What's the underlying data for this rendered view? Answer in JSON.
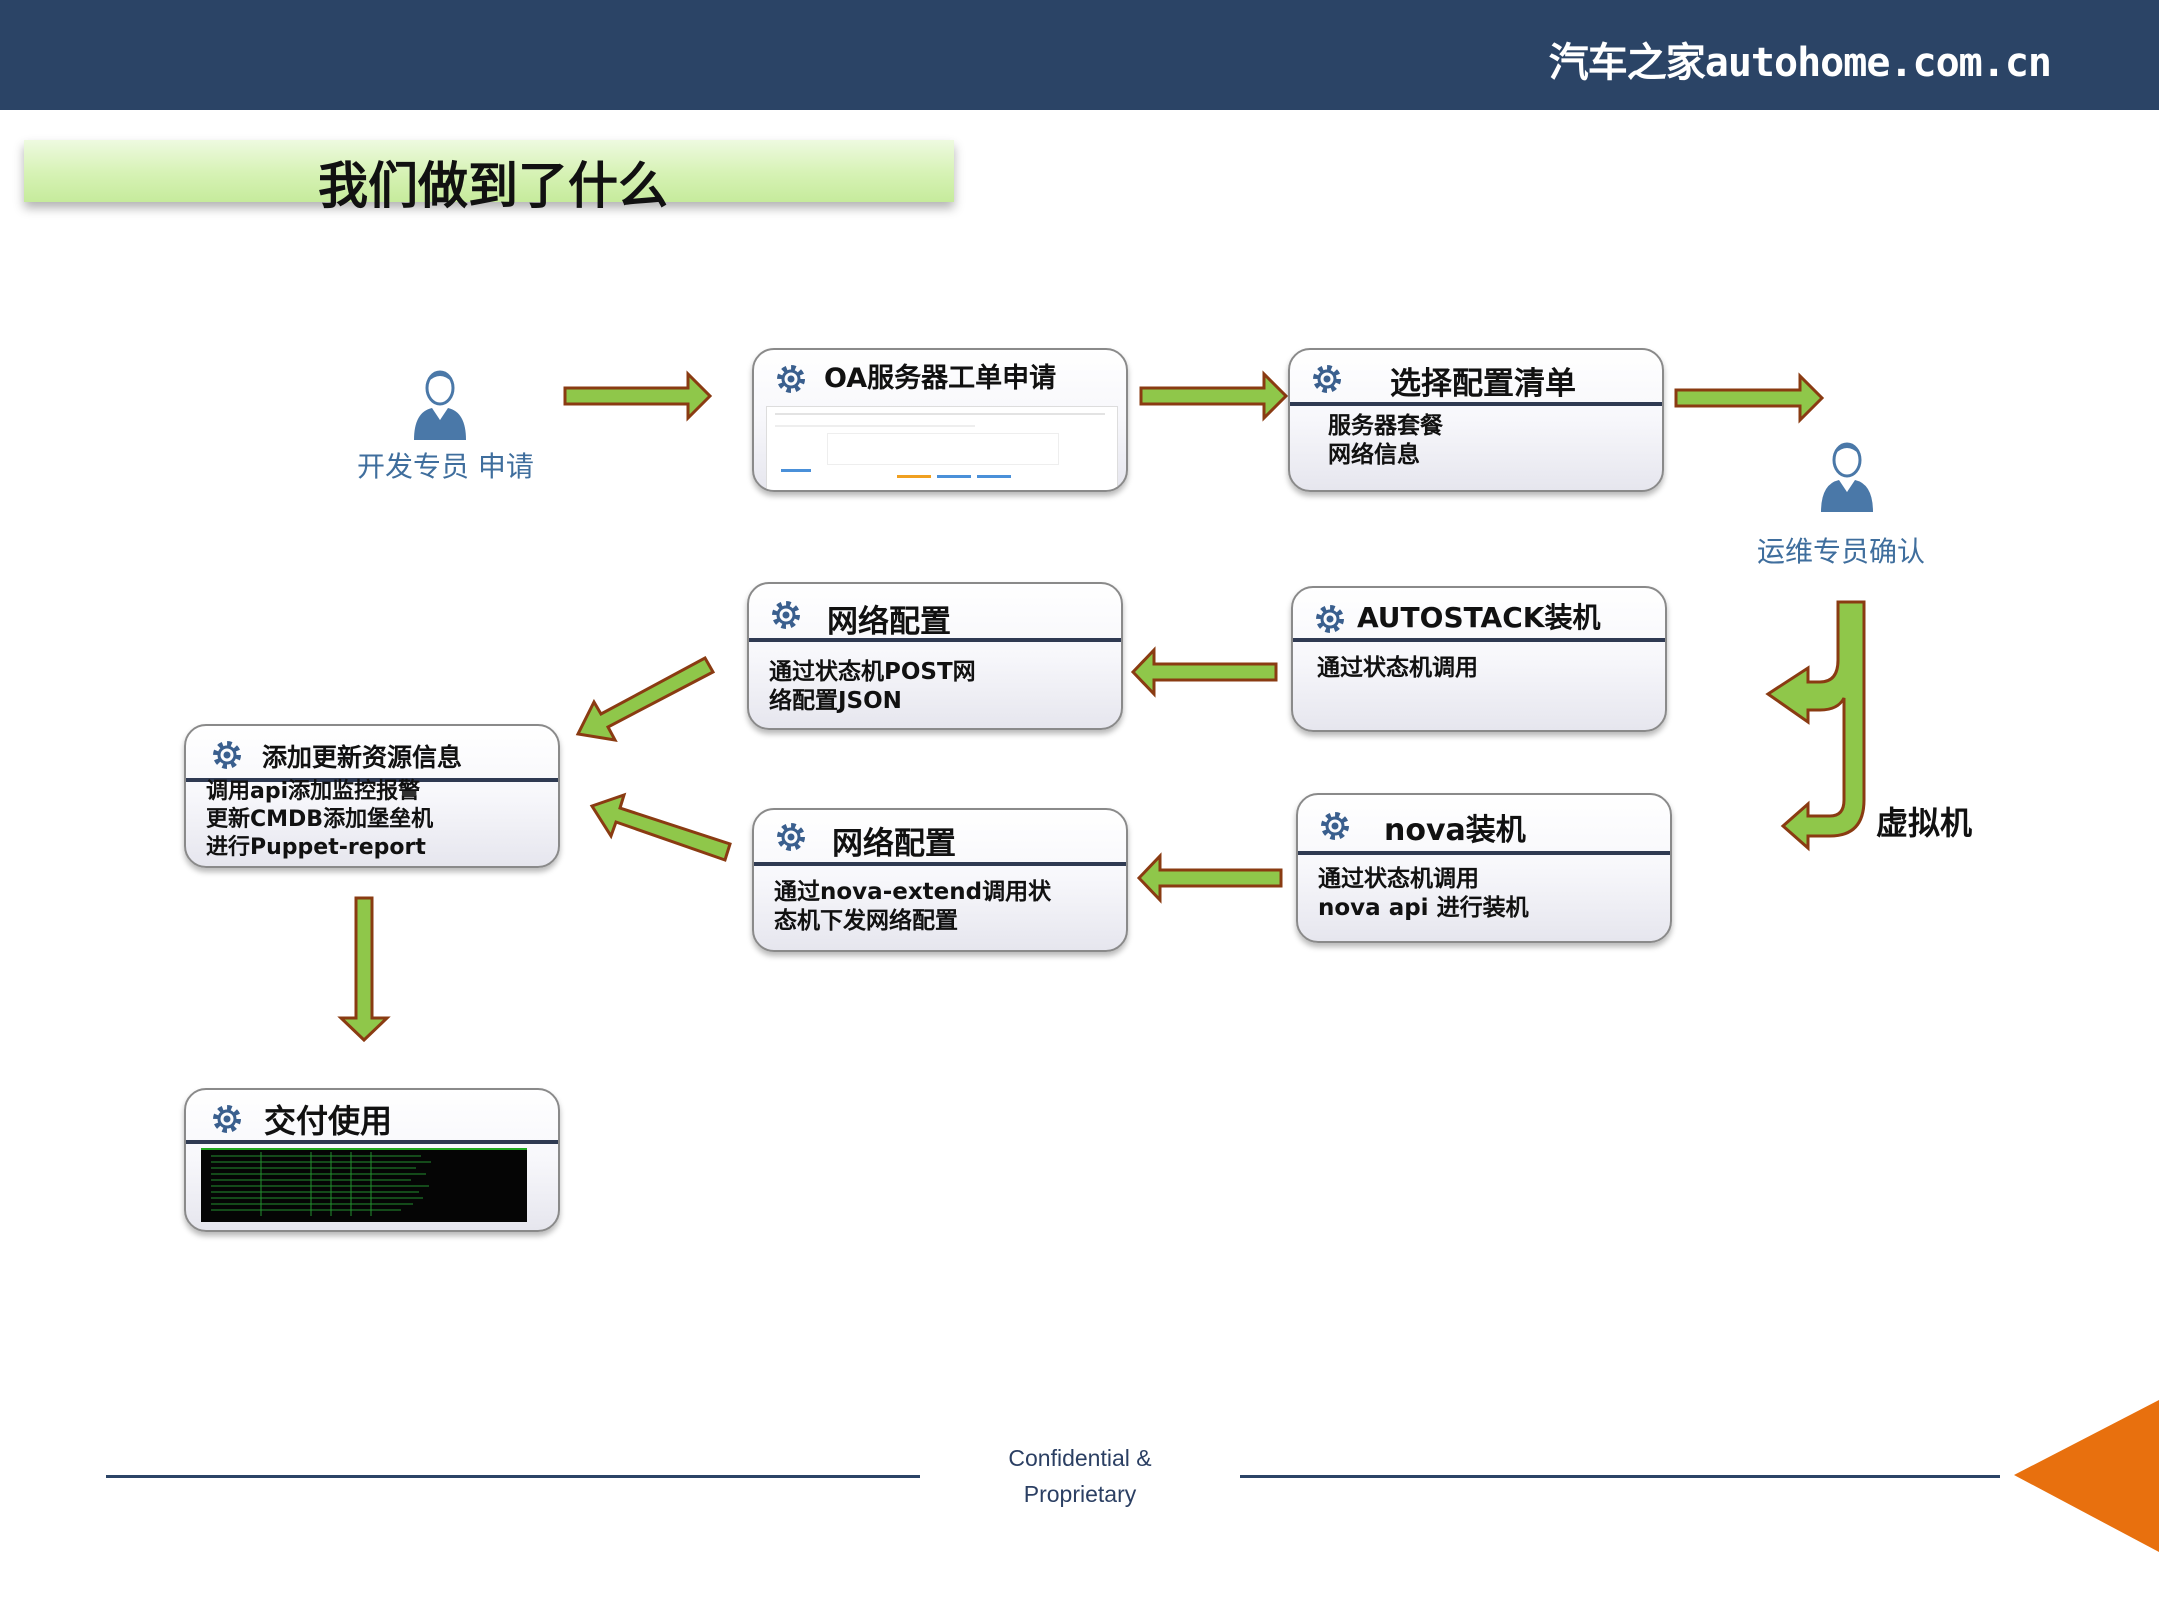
{
  "header": {
    "brand": "汽车之家autohome.com.cn",
    "bar_color": "#2b4466"
  },
  "page": {
    "title": "我们做到了什么"
  },
  "actors": {
    "developer": {
      "label": "开发专员 申请",
      "icon": "person-icon"
    },
    "ops": {
      "label": "运维专员确认",
      "icon": "person-icon"
    }
  },
  "cards": {
    "oa": {
      "title": "OA服务器工单申请",
      "icon": "gear-icon"
    },
    "select": {
      "title": "选择配置清单",
      "lines": [
        "服务器套餐",
        "网络信息"
      ],
      "icon": "gear-icon"
    },
    "autostack": {
      "title": "AUTOSTACK装机",
      "lines": [
        "通过状态机调用"
      ],
      "icon": "gear-icon"
    },
    "net1": {
      "title": "网络配置",
      "lines": [
        "通过状态机POST网",
        "络配置JSON"
      ],
      "icon": "gear-icon"
    },
    "nova": {
      "title": "nova装机",
      "lines": [
        "通过状态机调用",
        "nova api 进行装机"
      ],
      "icon": "gear-icon"
    },
    "net2": {
      "title": "网络配置",
      "lines": [
        "通过nova-extend调用状",
        "态机下发网络配置"
      ],
      "icon": "gear-icon"
    },
    "update": {
      "title": "添加更新资源信息",
      "lines": [
        "调用api添加监控报警",
        "更新CMDB添加堡垒机",
        "进行Puppet-report"
      ],
      "icon": "gear-icon"
    },
    "deliver": {
      "title": "交付使用",
      "icon": "gear-icon"
    }
  },
  "branch_label": "虚拟机",
  "footer": {
    "line1": "Confidential &",
    "line2": "Proprietary"
  },
  "colors": {
    "arrow_fill": "#8fc74a",
    "arrow_stroke": "#8a3b12",
    "accent": "#e8700e",
    "card_rule": "#2f3a52",
    "gear": "#3a5f8e"
  }
}
